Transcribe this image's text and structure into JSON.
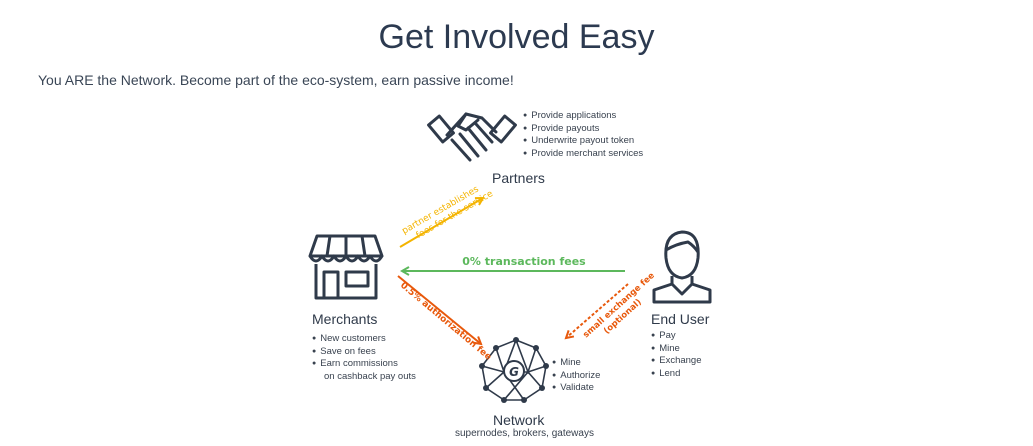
{
  "title": "Get Involved Easy",
  "subtitle": "You ARE the Network. Become part of the eco-system, earn passive income!",
  "nodes": {
    "partners": {
      "label": "Partners",
      "items": [
        "Provide applications",
        "Provide payouts",
        "Underwrite payout token",
        "Provide merchant services"
      ]
    },
    "merchants": {
      "label": "Merchants",
      "items": [
        "New customers",
        "Save on fees",
        "Earn commissions",
        "on cashback pay outs"
      ]
    },
    "end_user": {
      "label": "End User",
      "items": [
        "Pay",
        "Mine",
        "Exchange",
        "Lend"
      ]
    },
    "network": {
      "label": "Network",
      "sublabel": "supernodes, brokers, gateways",
      "items": [
        "Mine",
        "Authorize",
        "Validate"
      ],
      "logo_letter": "G"
    }
  },
  "arrows": {
    "partner_fee_line1": "partner establishes",
    "partner_fee_line2": "fees for the service",
    "transaction_fees": "0% transaction fees",
    "authorization_fee": "0.5% authorization fee",
    "exchange_fee_line1": "small exchange fee",
    "exchange_fee_line2": "(optional)"
  },
  "colors": {
    "yellow": "#f4b400",
    "green": "#5cb85c",
    "orange": "#e8590c",
    "icon": "#2f3a4a"
  },
  "icons": [
    "handshake-icon",
    "storefront-icon",
    "user-icon",
    "network-globe-icon"
  ]
}
